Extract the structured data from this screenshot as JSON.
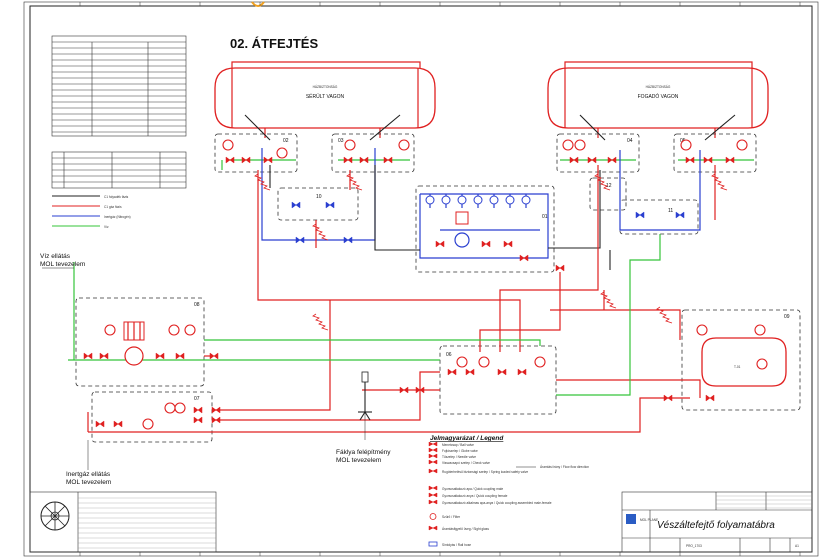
{
  "title": "02. ÁTFEJTÉS",
  "tanks": {
    "left": {
      "code": "HÁZBIZTONSÁG",
      "name": "SÉRÜLT VAGON"
    },
    "right": {
      "code": "HÁZBIZTONSÁG",
      "name": "FOGADÓ VAGON"
    }
  },
  "units": [
    "02",
    "03",
    "04",
    "05",
    "12",
    "10",
    "11",
    "01",
    "08",
    "06",
    "09",
    "07"
  ],
  "external": {
    "water": [
      "Víz ellátás",
      "MOL tevezelem"
    ],
    "inert": [
      "Inertgáz ellátás",
      "MOL tevezelem"
    ],
    "flare": [
      "Fáklya felépítmény",
      "MOL tevezelem"
    ]
  },
  "equipment_tag": "T-01",
  "legend": {
    "title": "Jelmagyarázat / Legend",
    "items": [
      "Menetcsap / Ball valve",
      "Fojtószelep / Globe valve",
      "Tűszelep / Needle valve",
      "Visszacsapó szelep / Check valve",
      "Rugóterhelésű biztonsági szelep / Spring loaded safety valve",
      "Gyorscsatlakozó apa / Quick coupling male",
      "Gyorscsatlakozó anya / Quick coupling female",
      "Gyorscsatlakozó alkalmas apa-anya / Quick coupling assembled male-female",
      "Szűrő / Filter",
      "Áramlásfigyelő üveg / Sight glass",
      "Síntolyás / Rail hose"
    ],
    "flow_note": "Áramlási irány / Flow flow direction"
  },
  "line_legend": {
    "items": [
      "C1 folyadék fázis",
      "C1 gáz fázis",
      "Inertgáz (Nitrogén)",
      "Víz"
    ],
    "colors": [
      "#222222",
      "#e02020",
      "#2a3fd0",
      "#35c43a"
    ]
  },
  "title_block": {
    "drawing_title": "Vészáltefejtő folyamatábra",
    "company": "MOL PLANE",
    "drawing_no": "PRO_1703",
    "revision": "A1"
  },
  "colors": {
    "liquid": "#222222",
    "gas": "#e02020",
    "nitrogen": "#2a3fd0",
    "water": "#35c43a"
  }
}
